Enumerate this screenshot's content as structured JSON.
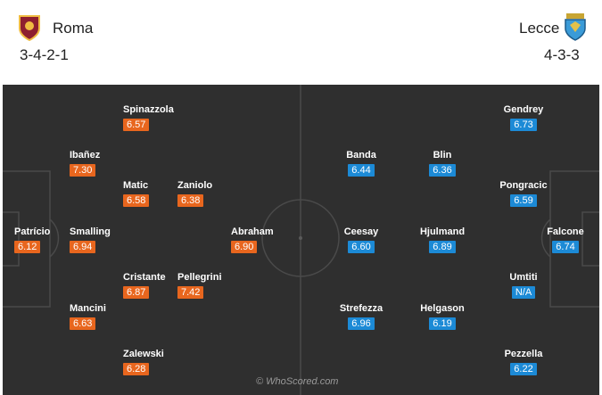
{
  "home": {
    "name": "Roma",
    "formation": "3-4-2-1",
    "players": [
      {
        "name": "Spinazzola",
        "rating": "6.57"
      },
      {
        "name": "Ibañez",
        "rating": "7.30"
      },
      {
        "name": "Matic",
        "rating": "6.58"
      },
      {
        "name": "Zaniolo",
        "rating": "6.38"
      },
      {
        "name": "Patrício",
        "rating": "6.12"
      },
      {
        "name": "Smalling",
        "rating": "6.94"
      },
      {
        "name": "Abraham",
        "rating": "6.90"
      },
      {
        "name": "Cristante",
        "rating": "6.87"
      },
      {
        "name": "Pellegrini",
        "rating": "7.42"
      },
      {
        "name": "Mancini",
        "rating": "6.63"
      },
      {
        "name": "Zalewski",
        "rating": "6.28"
      }
    ]
  },
  "away": {
    "name": "Lecce",
    "formation": "4-3-3",
    "players": [
      {
        "name": "Gendrey",
        "rating": "6.73"
      },
      {
        "name": "Banda",
        "rating": "6.44"
      },
      {
        "name": "Blin",
        "rating": "6.36"
      },
      {
        "name": "Pongracic",
        "rating": "6.59"
      },
      {
        "name": "Ceesay",
        "rating": "6.60"
      },
      {
        "name": "Hjulmand",
        "rating": "6.89"
      },
      {
        "name": "Falcone",
        "rating": "6.74"
      },
      {
        "name": "Umtiti",
        "rating": "N/A"
      },
      {
        "name": "Strefezza",
        "rating": "6.96"
      },
      {
        "name": "Helgason",
        "rating": "6.19"
      },
      {
        "name": "Pezzella",
        "rating": "6.22"
      }
    ]
  },
  "colors": {
    "home_rating": "#e8661e",
    "away_rating": "#1c8ad6",
    "pitch": "#2f2f2f",
    "lines": "#4a4a4a"
  },
  "watermark": "© WhoScored.com"
}
